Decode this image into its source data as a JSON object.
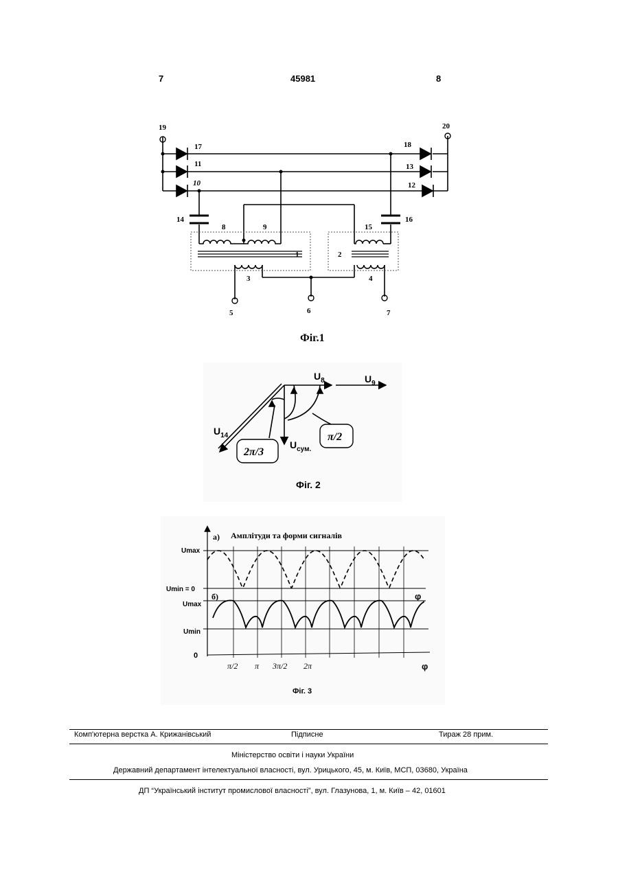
{
  "header": {
    "left_page": "7",
    "patent_number": "45981",
    "right_page": "8"
  },
  "fig1": {
    "caption": "Фіг.1",
    "terminals": [
      "19",
      "20",
      "5",
      "6",
      "7"
    ],
    "diodes": [
      "17",
      "11",
      "10",
      "18",
      "13",
      "12"
    ],
    "capacitors": [
      "14",
      "16"
    ],
    "windings": [
      "8",
      "9",
      "15",
      "3",
      "4"
    ],
    "transformers": [
      "1",
      "2"
    ]
  },
  "fig2": {
    "caption": "Фіг. 2",
    "vector_labels": {
      "u8_main": "U",
      "u8_sub": "8",
      "u9_main": "U",
      "u9_sub": "9",
      "u14_main": "U",
      "u14_sub": "14",
      "usum_main": "U",
      "usum_sub": "сум."
    },
    "angle_2pi3": "2π/3",
    "angle_pi2": "π/2"
  },
  "fig3": {
    "caption": "Фіг. 3",
    "title": "Амплітуди та форми сигналів",
    "label_a": "а)",
    "label_b": "б)",
    "y_labels": {
      "umax_top": "Umax",
      "umin0": "Umin = 0",
      "umax_bottom": "Umax",
      "umin": "Umin",
      "zero": "0"
    },
    "x_ticks": [
      "π/2",
      "π",
      "3π/2",
      "2π"
    ],
    "phi_axis": "φ",
    "phi_mid": "φ"
  },
  "chart_data": [
    {
      "type": "line",
      "title": "Амплітуди та форми сигналів",
      "panel": "а)",
      "xlabel": "φ",
      "ylabel": "",
      "x_ticks": [
        "π/2",
        "π",
        "3π/2",
        "2π"
      ],
      "series": [
        {
          "style": "dashed",
          "shape": "full-wave rectified sine, between Umin = 0 and Umax",
          "peaks": 5
        }
      ]
    },
    {
      "type": "line",
      "panel": "б)",
      "xlabel": "φ",
      "ylabel": "",
      "series": [
        {
          "style": "solid",
          "shape": "ripple waveform between Umin and Umax with alternating large and small lobes",
          "large_peaks": 5,
          "small_peaks": 4
        }
      ]
    }
  ],
  "footer": {
    "layout": "Комп'ютерна верстка А. Крижанівський",
    "signed": "Підписне",
    "circulation": "Тираж 28 прим.",
    "ministry": "Міністерство освіти і науки України",
    "department": "Державний департамент інтелектуальної власності, вул. Урицького, 45, м. Київ, МСП, 03680, Україна",
    "institute": "ДП “Український інститут промислової власності”, вул. Глазунова, 1, м. Київ – 42, 01601"
  }
}
